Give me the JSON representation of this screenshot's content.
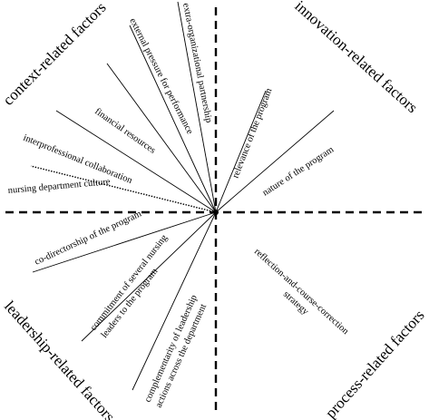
{
  "quadrants": {
    "context": "context-related factors",
    "innovation": "innovation-related factors",
    "leadership": "leadership-related factors",
    "process": "process-related factors"
  },
  "factors": {
    "extra_organizational_partnership": "extra-organizational partnership",
    "external_pressure_for_performance": "external pressure for performance",
    "financial_resources": "financial resources",
    "interprofessional_collaboration": "interprofessional collaboration",
    "nursing_department_culture": "nursing department culture",
    "relevance_of_the_program": "relevance of the program",
    "nature_of_the_program": "nature of the program",
    "co_directorship_of_the_program": "co-directorship of the program",
    "commitment_of_several_nursing_line1": "commitment of several nursing",
    "commitment_of_several_nursing_line2": "leaders to the program",
    "complementarity_line1": "complementarity of leadership",
    "complementarity_line2": "actions across the department",
    "reflection_line1": "reflection-and-course-correction",
    "reflection_line2": "strategy"
  }
}
